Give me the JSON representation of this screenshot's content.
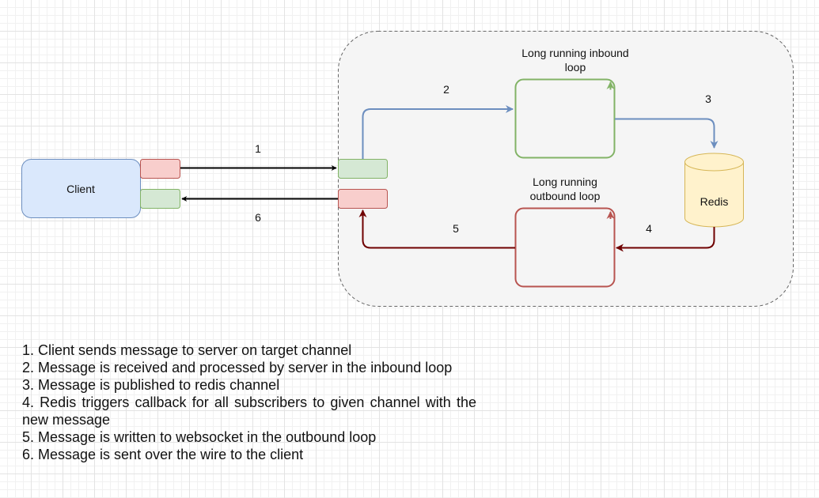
{
  "nodes": {
    "client": "Client",
    "redis": "Redis",
    "inbound_loop": "Long running inbound loop",
    "outbound_loop": "Long running outbound loop"
  },
  "edges": {
    "e1": "1",
    "e2": "2",
    "e3": "3",
    "e4": "4",
    "e5": "5",
    "e6": "6"
  },
  "legend": [
    "1. Client sends message to server on target channel",
    "2. Message is received and processed by server in the inbound loop",
    "3. Message is published to redis channel",
    "4. Redis triggers callback for all subscribers to given channel with the new message",
    "5. Message is written to websocket in the outbound loop",
    "6. Message is sent over the wire to the client"
  ],
  "colors": {
    "client_fill": "#dae8fc",
    "client_stroke": "#6c8ebf",
    "red_fill": "#f8cecc",
    "red_stroke": "#b85450",
    "green_fill": "#d5e8d4",
    "green_stroke": "#82b366",
    "redis_fill": "#fff2cc",
    "redis_stroke": "#d6b656",
    "server_fill": "#f5f5f5",
    "server_stroke": "#666666",
    "inbound_arrow": "#6c8ebf",
    "outbound_arrow": "#6f0000",
    "client_arrow": "#000000"
  }
}
